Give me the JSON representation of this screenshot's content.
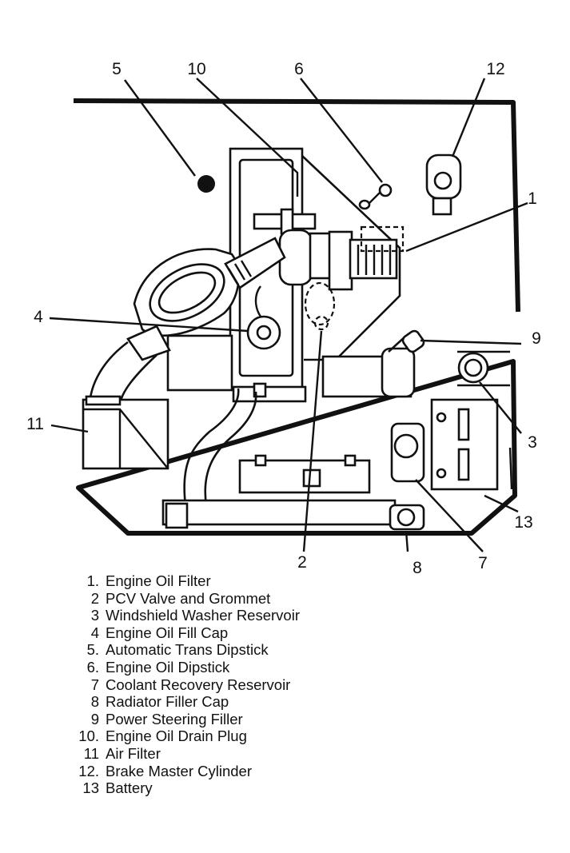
{
  "callouts": {
    "c1": "1",
    "c2": "2",
    "c3": "3",
    "c4": "4",
    "c5": "5",
    "c6": "6",
    "c7": "7",
    "c8": "8",
    "c9": "9",
    "c10": "10",
    "c11": "11",
    "c12": "12",
    "c13": "13"
  },
  "legend": [
    {
      "num": "1.",
      "label": "Engine Oil Filter"
    },
    {
      "num": "2",
      "label": "PCV Valve and Grommet"
    },
    {
      "num": "3",
      "label": "Windshield Washer Reservoir"
    },
    {
      "num": "4",
      "label": "Engine Oil Fill Cap"
    },
    {
      "num": "5.",
      "label": "Automatic Trans  Dipstick"
    },
    {
      "num": "6.",
      "label": "Engine Oil Dipstick"
    },
    {
      "num": "7",
      "label": "Coolant Recovery Reservoir"
    },
    {
      "num": "8",
      "label": "Radiator Filler Cap"
    },
    {
      "num": "9",
      "label": "Power Steering Filler"
    },
    {
      "num": "10.",
      "label": "Engine Oil Drain Plug"
    },
    {
      "num": "11",
      "label": "Air Filter"
    },
    {
      "num": "12.",
      "label": "Brake Master Cylinder"
    },
    {
      "num": "13",
      "label": "Battery"
    }
  ]
}
